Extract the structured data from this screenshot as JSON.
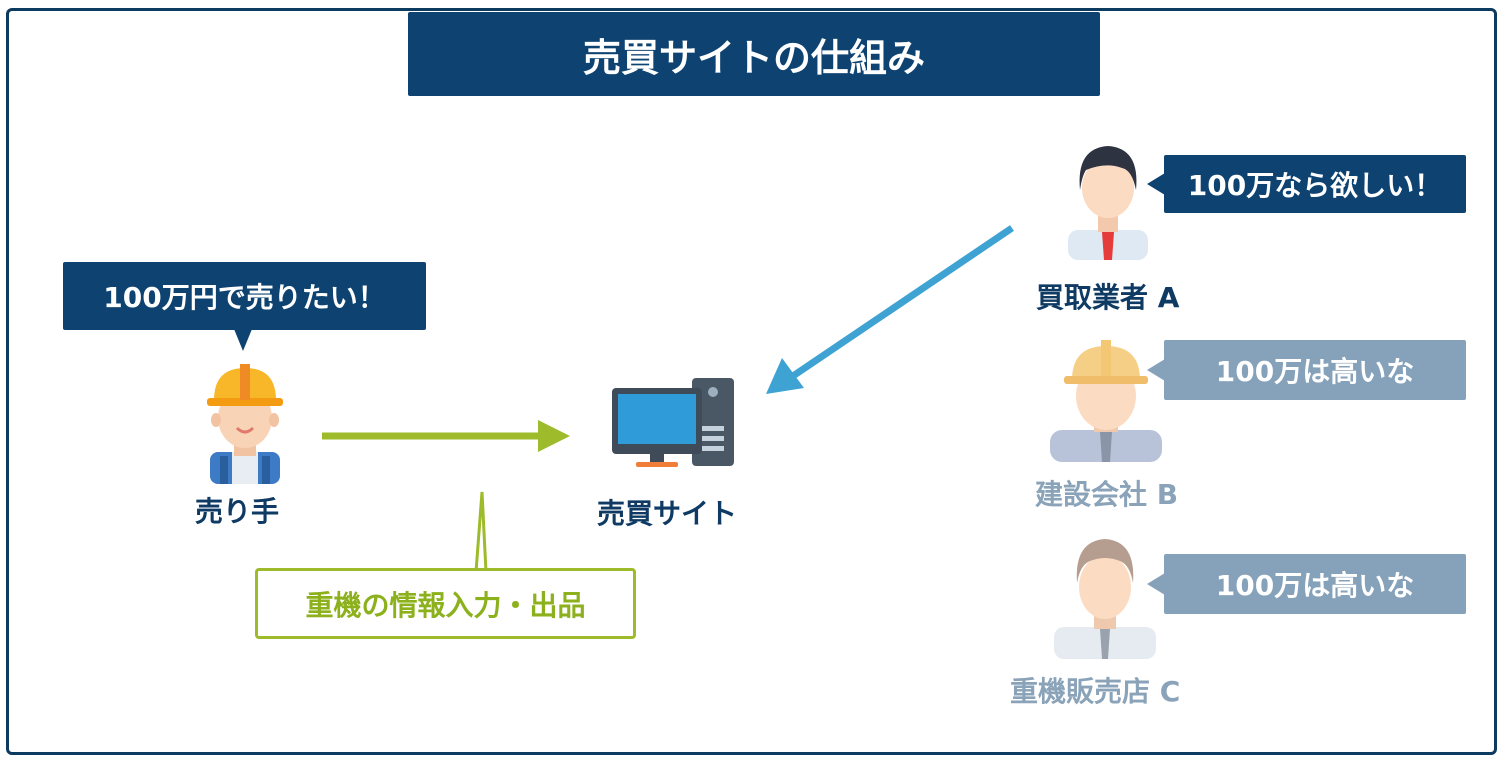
{
  "title": "売買サイトの仕組み",
  "seller": {
    "label": "売り手",
    "speech": "100万円で売りたい！"
  },
  "site": {
    "label": "売買サイト"
  },
  "input_note": "重機の情報入力・出品",
  "buyers": [
    {
      "label": "買取業者 A",
      "speech": "100万なら欲しい！",
      "state": "active"
    },
    {
      "label": "建設会社 B",
      "speech": "100万は高いな",
      "state": "muted"
    },
    {
      "label": "重機販売店 C",
      "speech": "100万は高いな",
      "state": "muted"
    }
  ],
  "colors": {
    "navy": "#0e4371",
    "muted": "#86a2bb",
    "green": "#9dbb2a",
    "blue_arrow": "#3ea3d3"
  },
  "icons": [
    "construction-worker-icon",
    "desktop-computer-icon",
    "businessman-icon",
    "helmet-worker-icon",
    "older-businessman-icon"
  ]
}
